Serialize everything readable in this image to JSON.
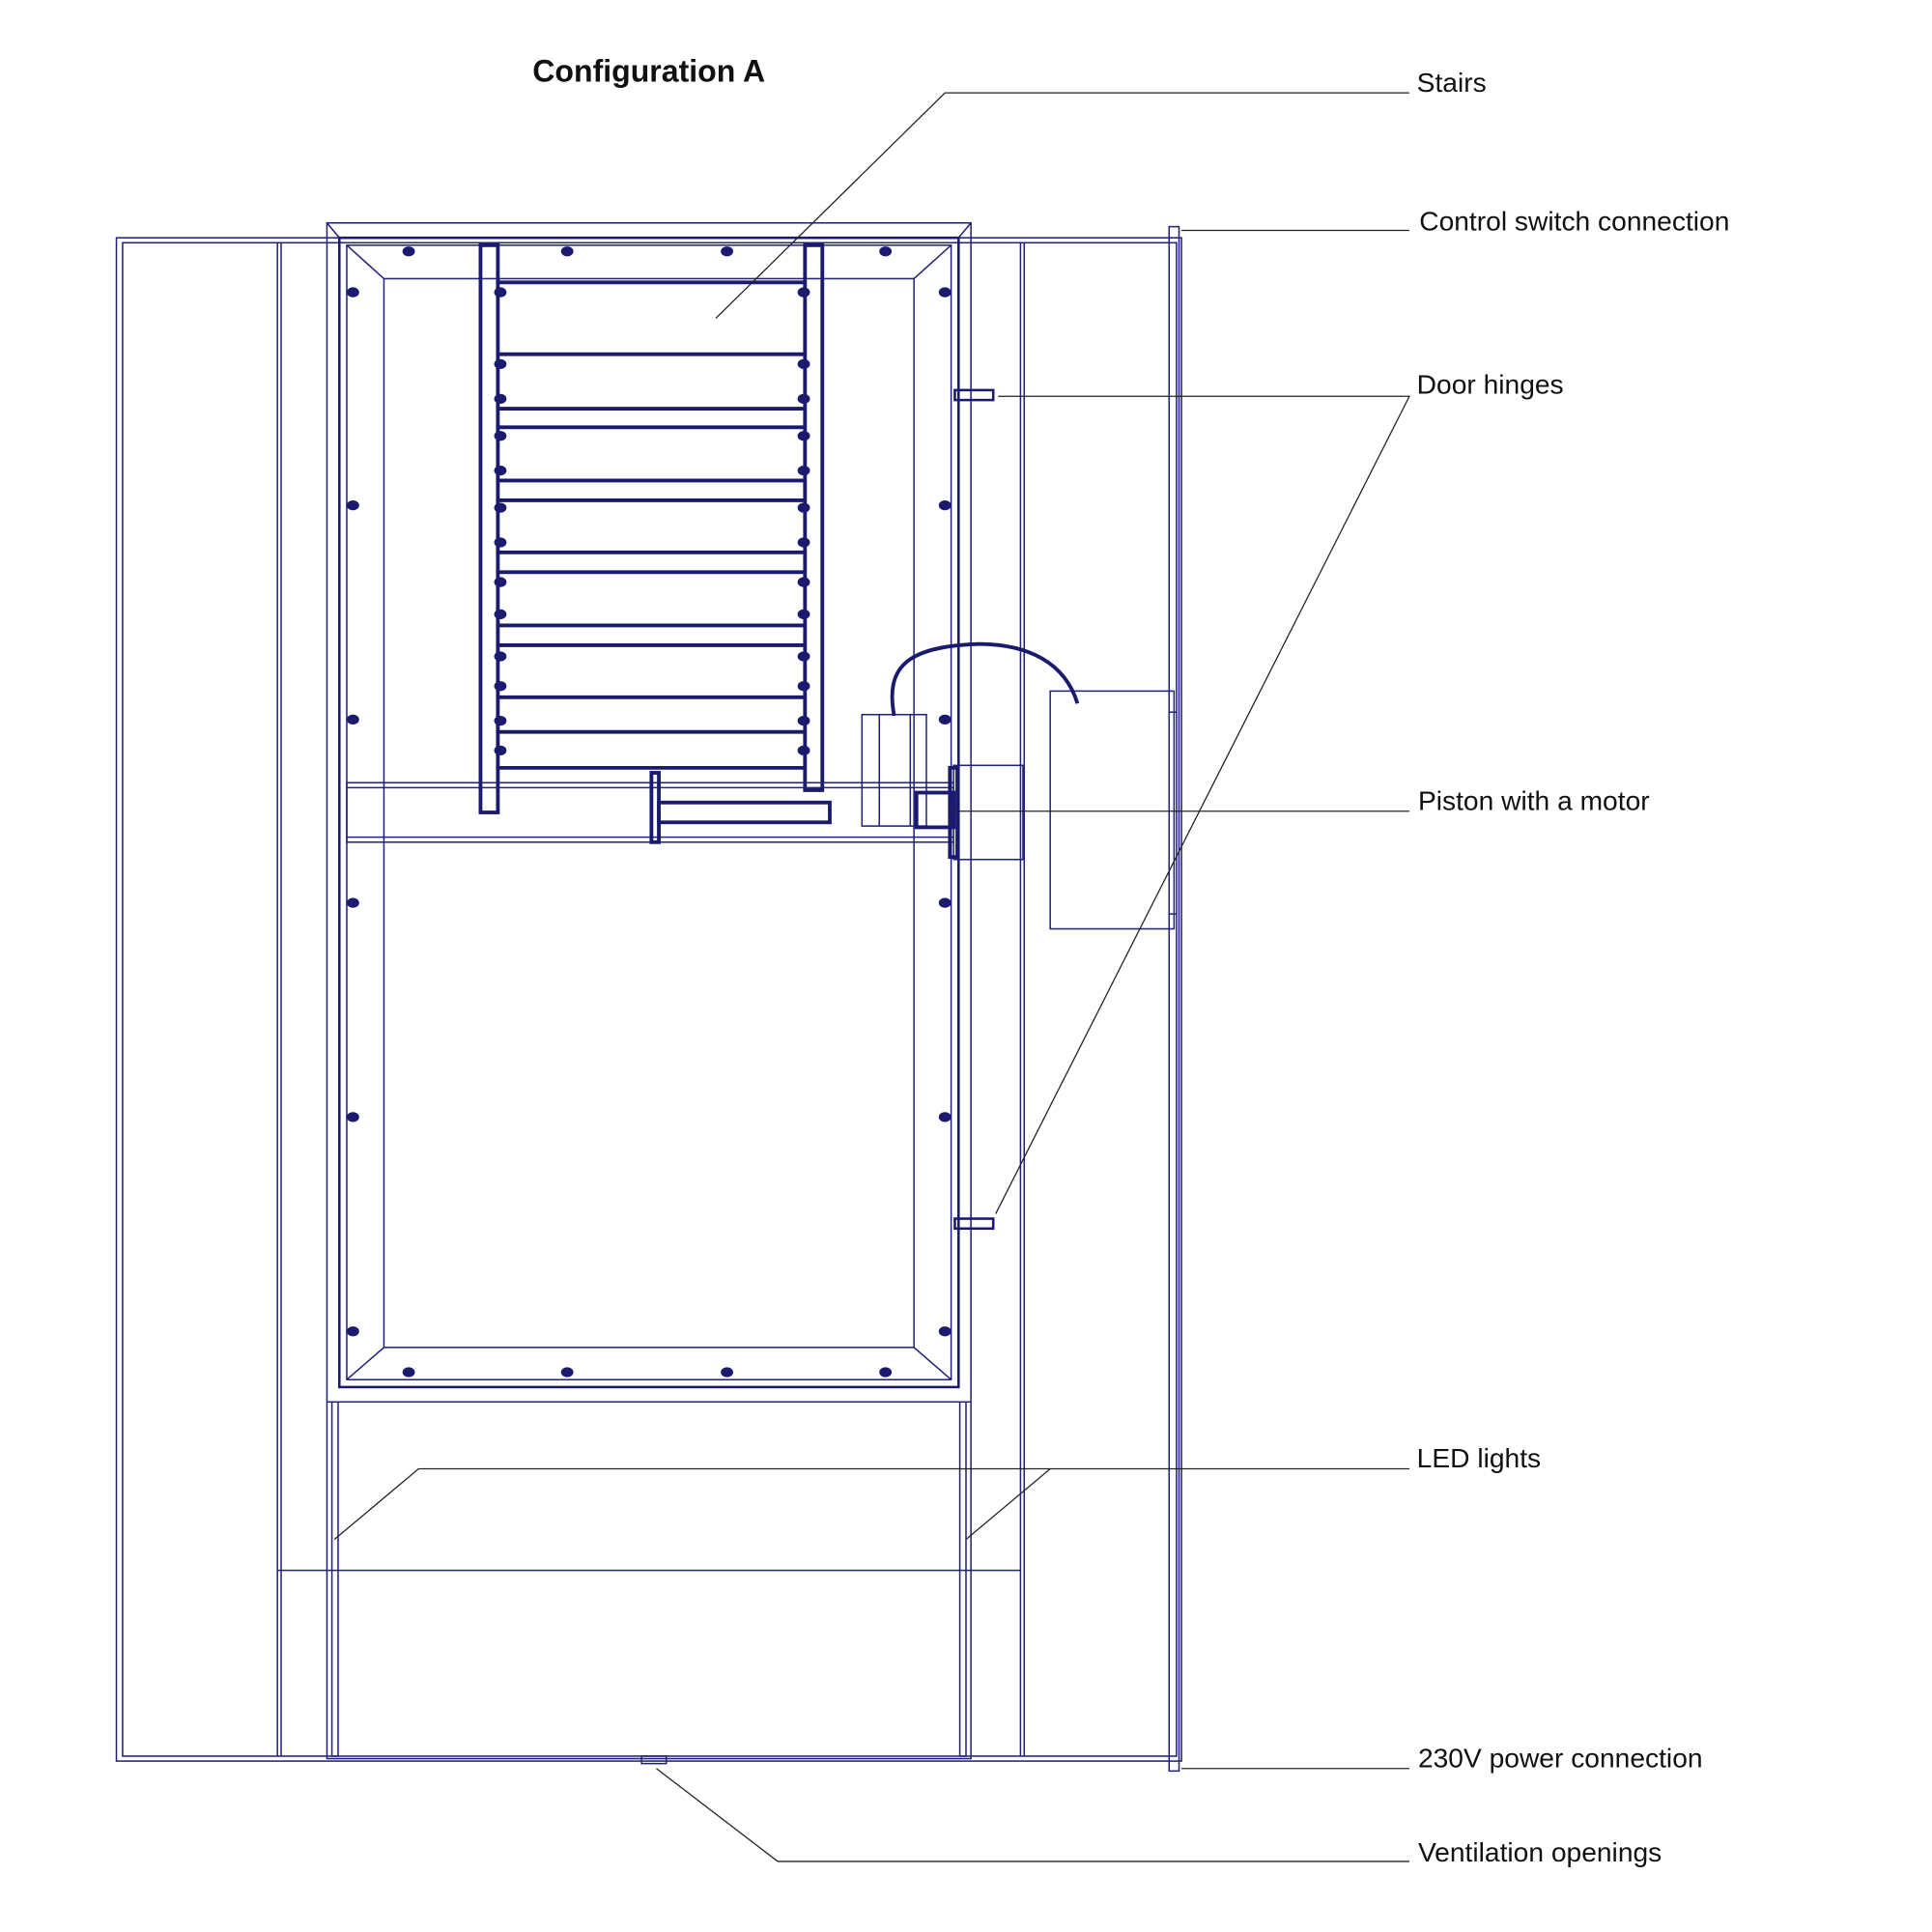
{
  "title": "Configuration A",
  "labels": {
    "stairs": "Stairs",
    "control_switch": "Control switch connection",
    "door_hinges": "Door hinges",
    "piston": "Piston with a motor",
    "led": "LED lights",
    "power": "230V power connection",
    "ventilation": "Ventilation openings"
  },
  "colors": {
    "drawing": "#23237a",
    "leader": "#222222"
  }
}
